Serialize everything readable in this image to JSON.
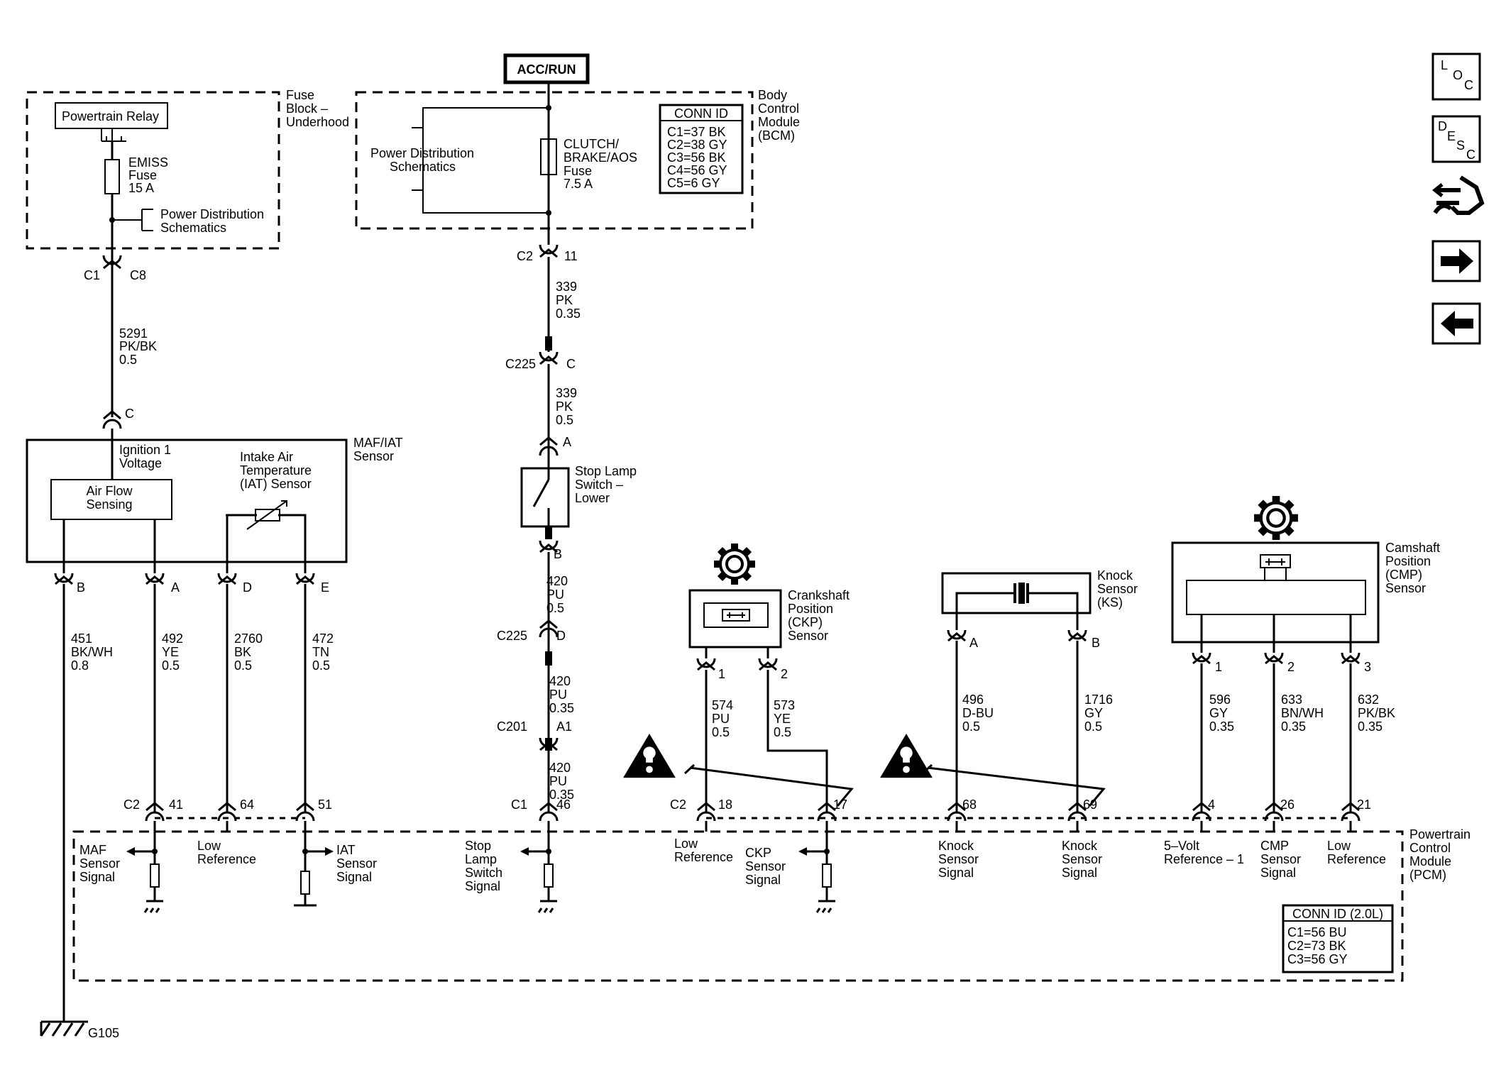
{
  "power": {
    "acc_run": "ACC/RUN"
  },
  "fuse_block": {
    "name": [
      "Fuse",
      "Block –",
      "Underhood"
    ],
    "relay": "Powertrain Relay",
    "fuse": [
      "EMISS",
      "Fuse",
      "15 A"
    ],
    "schematics": [
      "Power Distribution",
      "Schematics"
    ],
    "conn_left": "C1",
    "conn_right": "C8"
  },
  "bcm": {
    "name": [
      "Body",
      "Control",
      "Module",
      "(BCM)"
    ],
    "schematics": [
      "Power Distribution",
      "Schematics"
    ],
    "fuse": [
      "CLUTCH/",
      "BRAKE/AOS",
      "Fuse",
      "7.5 A"
    ],
    "conn_id_title": "CONN ID",
    "conn_id": [
      "C1=37 BK",
      "C2=38 GY",
      "C3=56 BK",
      "C4=56 GY",
      "C5=6 GY"
    ],
    "conn": "C2",
    "pin": "11"
  },
  "wires": {
    "w5291": [
      "5291",
      "PK/BK",
      "0.5"
    ],
    "w339a": [
      "339",
      "PK",
      "0.35"
    ],
    "w339b": [
      "339",
      "PK",
      "0.5"
    ],
    "w420a": [
      "420",
      "PU",
      "0.5"
    ],
    "w420b": [
      "420",
      "PU",
      "0.35"
    ],
    "w420c": [
      "420",
      "PU",
      "0.35"
    ],
    "w451": [
      "451",
      "BK/WH",
      "0.8"
    ],
    "w492": [
      "492",
      "YE",
      "0.5"
    ],
    "w2760": [
      "2760",
      "BK",
      "0.5"
    ],
    "w472": [
      "472",
      "TN",
      "0.5"
    ],
    "w574": [
      "574",
      "PU",
      "0.5"
    ],
    "w573": [
      "573",
      "YE",
      "0.5"
    ],
    "w496": [
      "496",
      "D-BU",
      "0.5"
    ],
    "w1716": [
      "1716",
      "GY",
      "0.5"
    ],
    "w596": [
      "596",
      "GY",
      "0.35"
    ],
    "w633": [
      "633",
      "BN/WH",
      "0.35"
    ],
    "w632": [
      "632",
      "PK/BK",
      "0.35"
    ]
  },
  "connectors": {
    "c225a": "C225",
    "c225a_pin": "C",
    "c225b": "C225",
    "c225b_pin": "D",
    "c201": "C201",
    "c201_pin": "A1",
    "maf_pin_c": "C",
    "stop_pin_a": "A",
    "stop_pin_b": "B"
  },
  "maf": {
    "name": [
      "MAF/IAT",
      "Sensor"
    ],
    "ign": [
      "Ignition 1",
      "Voltage"
    ],
    "airflow": [
      "Air Flow",
      "Sensing"
    ],
    "iat": [
      "Intake Air",
      "Temperature",
      "(IAT) Sensor"
    ],
    "pins": [
      "B",
      "A",
      "D",
      "E"
    ]
  },
  "stop_lamp": {
    "name": [
      "Stop Lamp",
      "Switch –",
      "Lower"
    ]
  },
  "ckp": {
    "name": [
      "Crankshaft",
      "Position",
      "(CKP)",
      "Sensor"
    ],
    "pins": [
      "1",
      "2"
    ]
  },
  "ks": {
    "name": [
      "Knock",
      "Sensor",
      "(KS)"
    ],
    "pins": [
      "A",
      "B"
    ]
  },
  "cmp": {
    "name": [
      "Camshaft",
      "Position",
      "(CMP)",
      "Sensor"
    ],
    "pins": [
      "1",
      "2",
      "3"
    ]
  },
  "pcm": {
    "name": [
      "Powertrain",
      "Control",
      "Module",
      "(PCM)"
    ],
    "conn_c2": "C2",
    "conn_c1": "C1",
    "conn_c2b": "C2",
    "pins": [
      "41",
      "64",
      "51",
      "46",
      "18",
      "17",
      "68",
      "69",
      "4",
      "26",
      "21"
    ],
    "sig_maf": [
      "MAF",
      "Sensor",
      "Signal"
    ],
    "sig_lowref1": [
      "Low",
      "Reference"
    ],
    "sig_iat": [
      "IAT",
      "Sensor",
      "Signal"
    ],
    "sig_stop": [
      "Stop",
      "Lamp",
      "Switch",
      "Signal"
    ],
    "sig_lowref2": [
      "Low",
      "Reference"
    ],
    "sig_ckp": [
      "CKP",
      "Sensor",
      "Signal"
    ],
    "sig_ks1": [
      "Knock",
      "Sensor",
      "Signal"
    ],
    "sig_ks2": [
      "Knock",
      "Sensor",
      "Signal"
    ],
    "sig_5v": [
      "5–Volt",
      "Reference – 1"
    ],
    "sig_cmp": [
      "CMP",
      "Sensor",
      "Signal"
    ],
    "sig_lowref3": [
      "Low",
      "Reference"
    ],
    "conn_id_title": "CONN ID (2.0L)",
    "conn_id": [
      "C1=56 BU",
      "C2=73 BK",
      "C3=56 GY"
    ]
  },
  "ground": {
    "label": "G105"
  },
  "nav": {
    "loc": [
      "L",
      "O",
      "C"
    ],
    "desc": [
      "D",
      "E",
      "S",
      "C"
    ],
    "icons": [
      "loc-icon",
      "desc-icon",
      "harness-connector-icon",
      "arrow-right-icon",
      "arrow-left-icon"
    ]
  }
}
